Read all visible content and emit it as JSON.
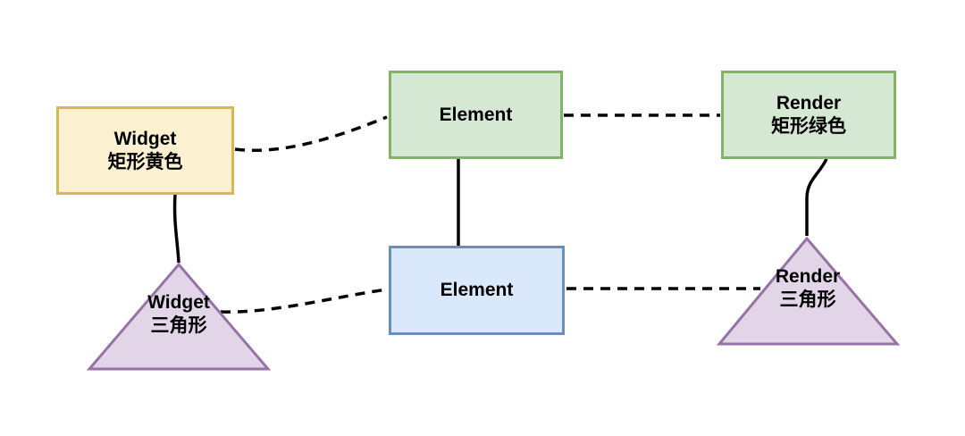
{
  "diagram": {
    "description": "Widget / Element / Render tree diagram",
    "nodes": {
      "widget_rect": {
        "title": "Widget",
        "subtitle": "矩形黄色",
        "shape": "rectangle",
        "fill": "#FBF1D1",
        "stroke": "#D6B656"
      },
      "element_top": {
        "title": "Element",
        "subtitle": "",
        "shape": "rectangle",
        "fill": "#D5E8D4",
        "stroke": "#82B366"
      },
      "render_rect": {
        "title": "Render",
        "subtitle": "矩形绿色",
        "shape": "rectangle",
        "fill": "#D5E8D4",
        "stroke": "#82B366"
      },
      "widget_triangle": {
        "title": "Widget",
        "subtitle": "三角形",
        "shape": "triangle",
        "fill": "#E1D5E7",
        "stroke": "#9673A6"
      },
      "element_bottom": {
        "title": "Element",
        "subtitle": "",
        "shape": "rectangle",
        "fill": "#DAE8FC",
        "stroke": "#6C8EBF"
      },
      "render_triangle": {
        "title": "Render",
        "subtitle": "三角形",
        "shape": "triangle",
        "fill": "#E1D5E7",
        "stroke": "#9673A6"
      }
    },
    "edges": [
      {
        "from": "widget_rect",
        "to": "element_top",
        "style": "dashed"
      },
      {
        "from": "element_top",
        "to": "render_rect",
        "style": "dashed"
      },
      {
        "from": "element_top",
        "to": "element_bottom",
        "style": "solid"
      },
      {
        "from": "widget_rect",
        "to": "widget_triangle",
        "style": "solid"
      },
      {
        "from": "widget_triangle",
        "to": "element_bottom",
        "style": "dashed"
      },
      {
        "from": "element_bottom",
        "to": "render_triangle",
        "style": "dashed"
      },
      {
        "from": "render_rect",
        "to": "render_triangle",
        "style": "solid"
      }
    ],
    "colors": {
      "edge": "#000000",
      "text": "#000000",
      "background": "#FFFFFF"
    }
  }
}
